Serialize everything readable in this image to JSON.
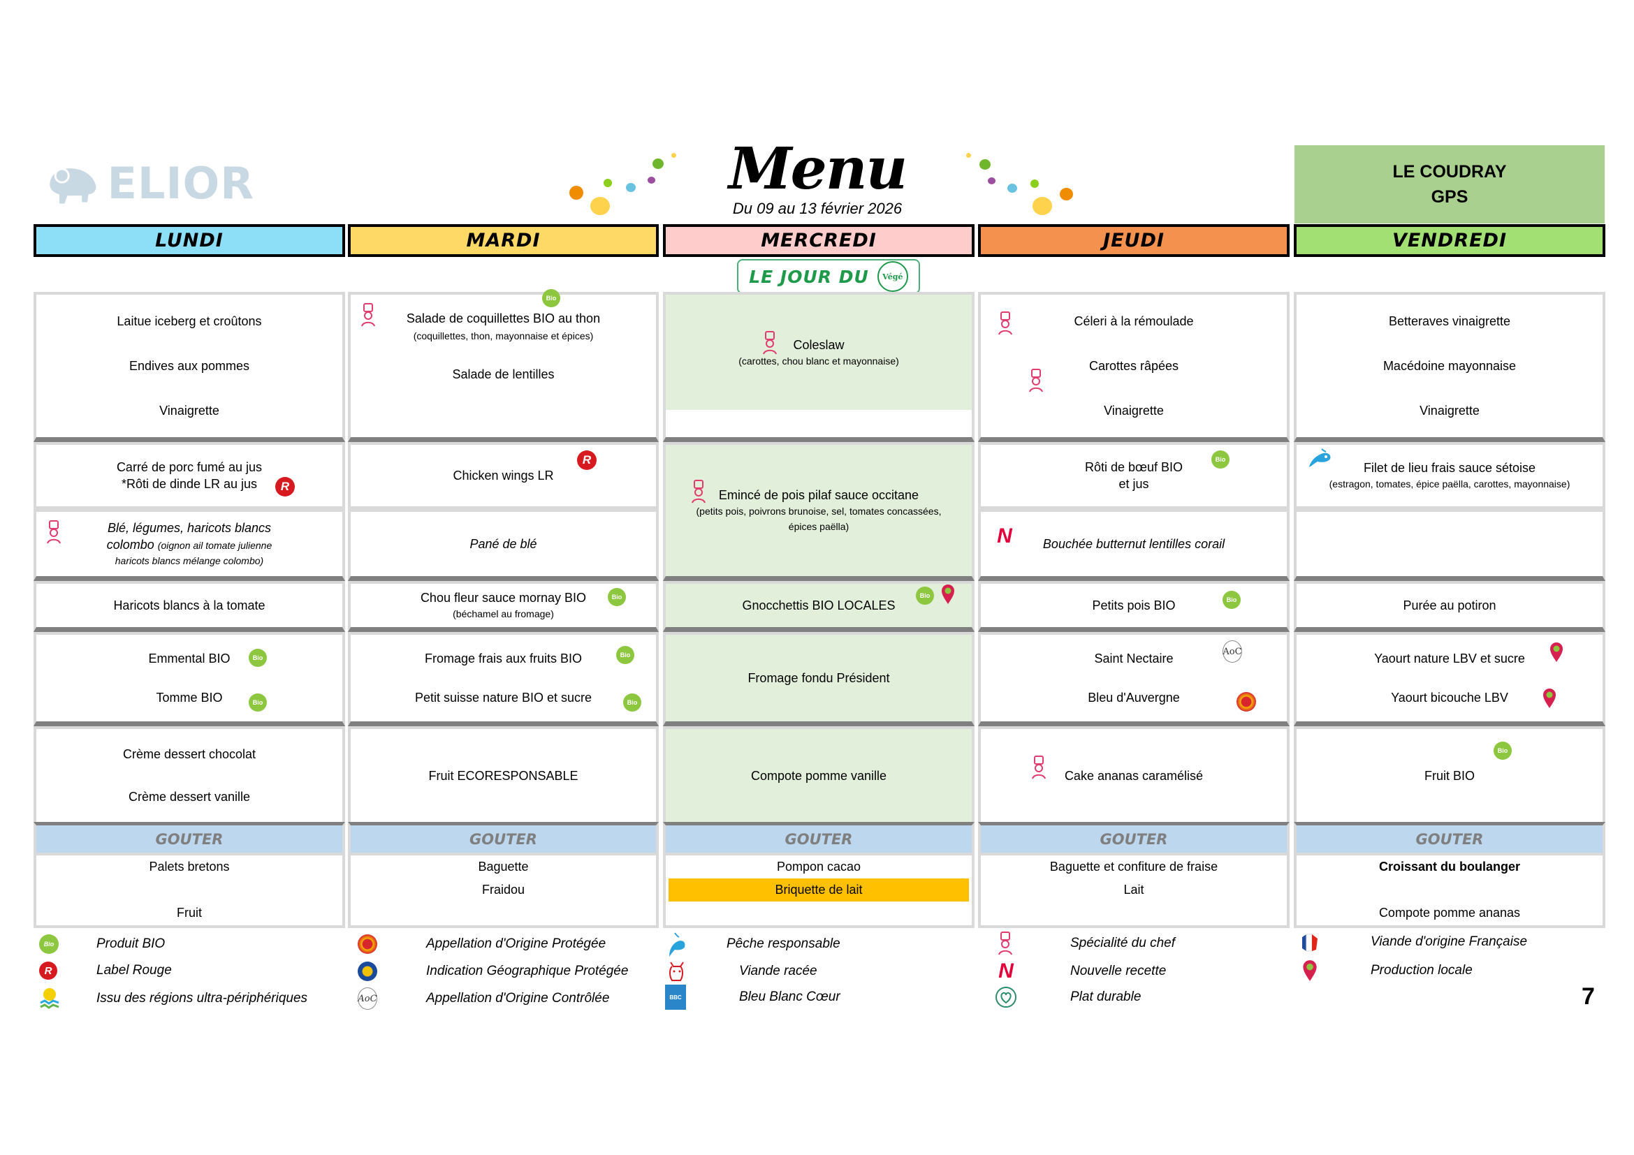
{
  "header": {
    "brand": "ELIOR",
    "title": "Menu",
    "dates": "Du 09 au 13 février 2026",
    "site_line1": "LE COUDRAY",
    "site_line2": "GPS",
    "vege_badge": "LE JOUR DU",
    "vege_seal": "Végé"
  },
  "days": [
    {
      "label": "LUNDI",
      "color": "#8ddff8"
    },
    {
      "label": "MARDI",
      "color": "#ffd966"
    },
    {
      "label": "MERCREDI",
      "color": "#ffcccc"
    },
    {
      "label": "JEUDI",
      "color": "#f4914f"
    },
    {
      "label": "VENDREDI",
      "color": "#a3e073"
    }
  ],
  "menu": {
    "lundi": {
      "entree": [
        "Laitue iceberg et croûtons",
        "Endives aux pommes",
        "Vinaigrette"
      ],
      "plat": [
        "Carré de porc fumé au jus",
        "*Rôti de dinde LR au jus"
      ],
      "plat_vege": [
        "Blé, légumes, haricots blancs",
        "colombo",
        "(oignon ail tomate julienne",
        "haricots blancs mélange colombo)"
      ],
      "accompagnement": "Haricots blancs à la tomate",
      "fromage": [
        "Emmental BIO",
        "Tomme BIO"
      ],
      "dessert": [
        "Crème dessert chocolat",
        "Crème dessert vanille"
      ],
      "gouter": [
        "Palets bretons",
        "",
        "Fruit"
      ]
    },
    "mardi": {
      "entree": [
        "Salade de coquillettes BIO au thon",
        "(coquillettes, thon, mayonnaise et épices)",
        "Salade de lentilles"
      ],
      "plat": [
        "Chicken wings LR"
      ],
      "plat_vege": [
        "Pané de blé"
      ],
      "accompagnement": [
        "Chou fleur sauce mornay BIO",
        "(béchamel au fromage)"
      ],
      "fromage": [
        "Fromage frais aux fruits BIO",
        "Petit suisse nature BIO et sucre"
      ],
      "dessert": [
        "Fruit  ECORESPONSABLE"
      ],
      "gouter": [
        "Baguette",
        "Fraidou",
        ""
      ]
    },
    "mercredi": {
      "entree": [
        "Coleslaw",
        "(carottes, chou blanc et mayonnaise)"
      ],
      "plat": [
        "Emincé de pois pilaf sauce occitane",
        "(petits pois, poivrons brunoise, sel, tomates concassées,",
        "épices paëlla)"
      ],
      "accompagnement": "Gnocchettis BIO LOCALES",
      "fromage": [
        "Fromage fondu Président"
      ],
      "dessert": [
        "Compote pomme vanille"
      ],
      "gouter": [
        "Pompon cacao",
        "Briquette de lait",
        ""
      ]
    },
    "jeudi": {
      "entree": [
        "Céleri à la rémoulade",
        "Carottes râpées",
        "Vinaigrette"
      ],
      "plat": [
        "Rôti de bœuf BIO",
        "et jus"
      ],
      "plat_vege": [
        "Bouchée butternut lentilles corail"
      ],
      "accompagnement": "Petits pois BIO",
      "fromage": [
        "Saint Nectaire",
        "Bleu d'Auvergne"
      ],
      "dessert": [
        "Cake ananas caramélisé"
      ],
      "gouter": [
        "Baguette et confiture de fraise",
        "Lait",
        ""
      ]
    },
    "vendredi": {
      "entree": [
        "Betteraves vinaigrette",
        "Macédoine mayonnaise",
        "Vinaigrette"
      ],
      "plat": [
        "Filet de lieu frais sauce sétoise",
        "(estragon, tomates, épice paëlla, carottes, mayonnaise)"
      ],
      "plat_vege": [],
      "accompagnement": "Purée au potiron",
      "fromage": [
        "Yaourt nature LBV et sucre",
        "Yaourt bicouche LBV"
      ],
      "dessert": [
        "Fruit BIO"
      ],
      "gouter": [
        "Croissant du boulanger",
        "",
        "Compote pomme ananas"
      ]
    }
  },
  "gouter_label": "GOUTER",
  "legend": [
    {
      "icon": "bio-icon",
      "label": "Produit BIO"
    },
    {
      "icon": "label-rouge-icon",
      "label": "Label Rouge"
    },
    {
      "icon": "rup-icon",
      "label": "Issu des régions ultra-périphériques"
    },
    {
      "icon": "aop-icon",
      "label": "Appellation d'Origine Protégée"
    },
    {
      "icon": "igp-icon",
      "label": "Indication Géographique Protégée"
    },
    {
      "icon": "aoc-icon",
      "label": "Appellation d'Origine Contrôlée"
    },
    {
      "icon": "fish-icon",
      "label": "Pêche responsable"
    },
    {
      "icon": "cow-icon",
      "label": "Viande racée"
    },
    {
      "icon": "bleu-blanc-coeur-icon",
      "label": "Bleu Blanc Cœur"
    },
    {
      "icon": "chef-icon",
      "label": "Spécialité du chef"
    },
    {
      "icon": "new-recipe-icon",
      "label": "Nouvelle recette"
    },
    {
      "icon": "sustainable-dish-icon",
      "label": "Plat durable"
    },
    {
      "icon": "france-icon",
      "label": "Viande d'origine Française"
    },
    {
      "icon": "local-pin-icon",
      "label": "Production locale"
    }
  ],
  "icon_text": {
    "bio": "Bio",
    "lr": "R",
    "aoc": "AoC",
    "new": "N",
    "bbc": "BBC"
  },
  "page_number": "7"
}
